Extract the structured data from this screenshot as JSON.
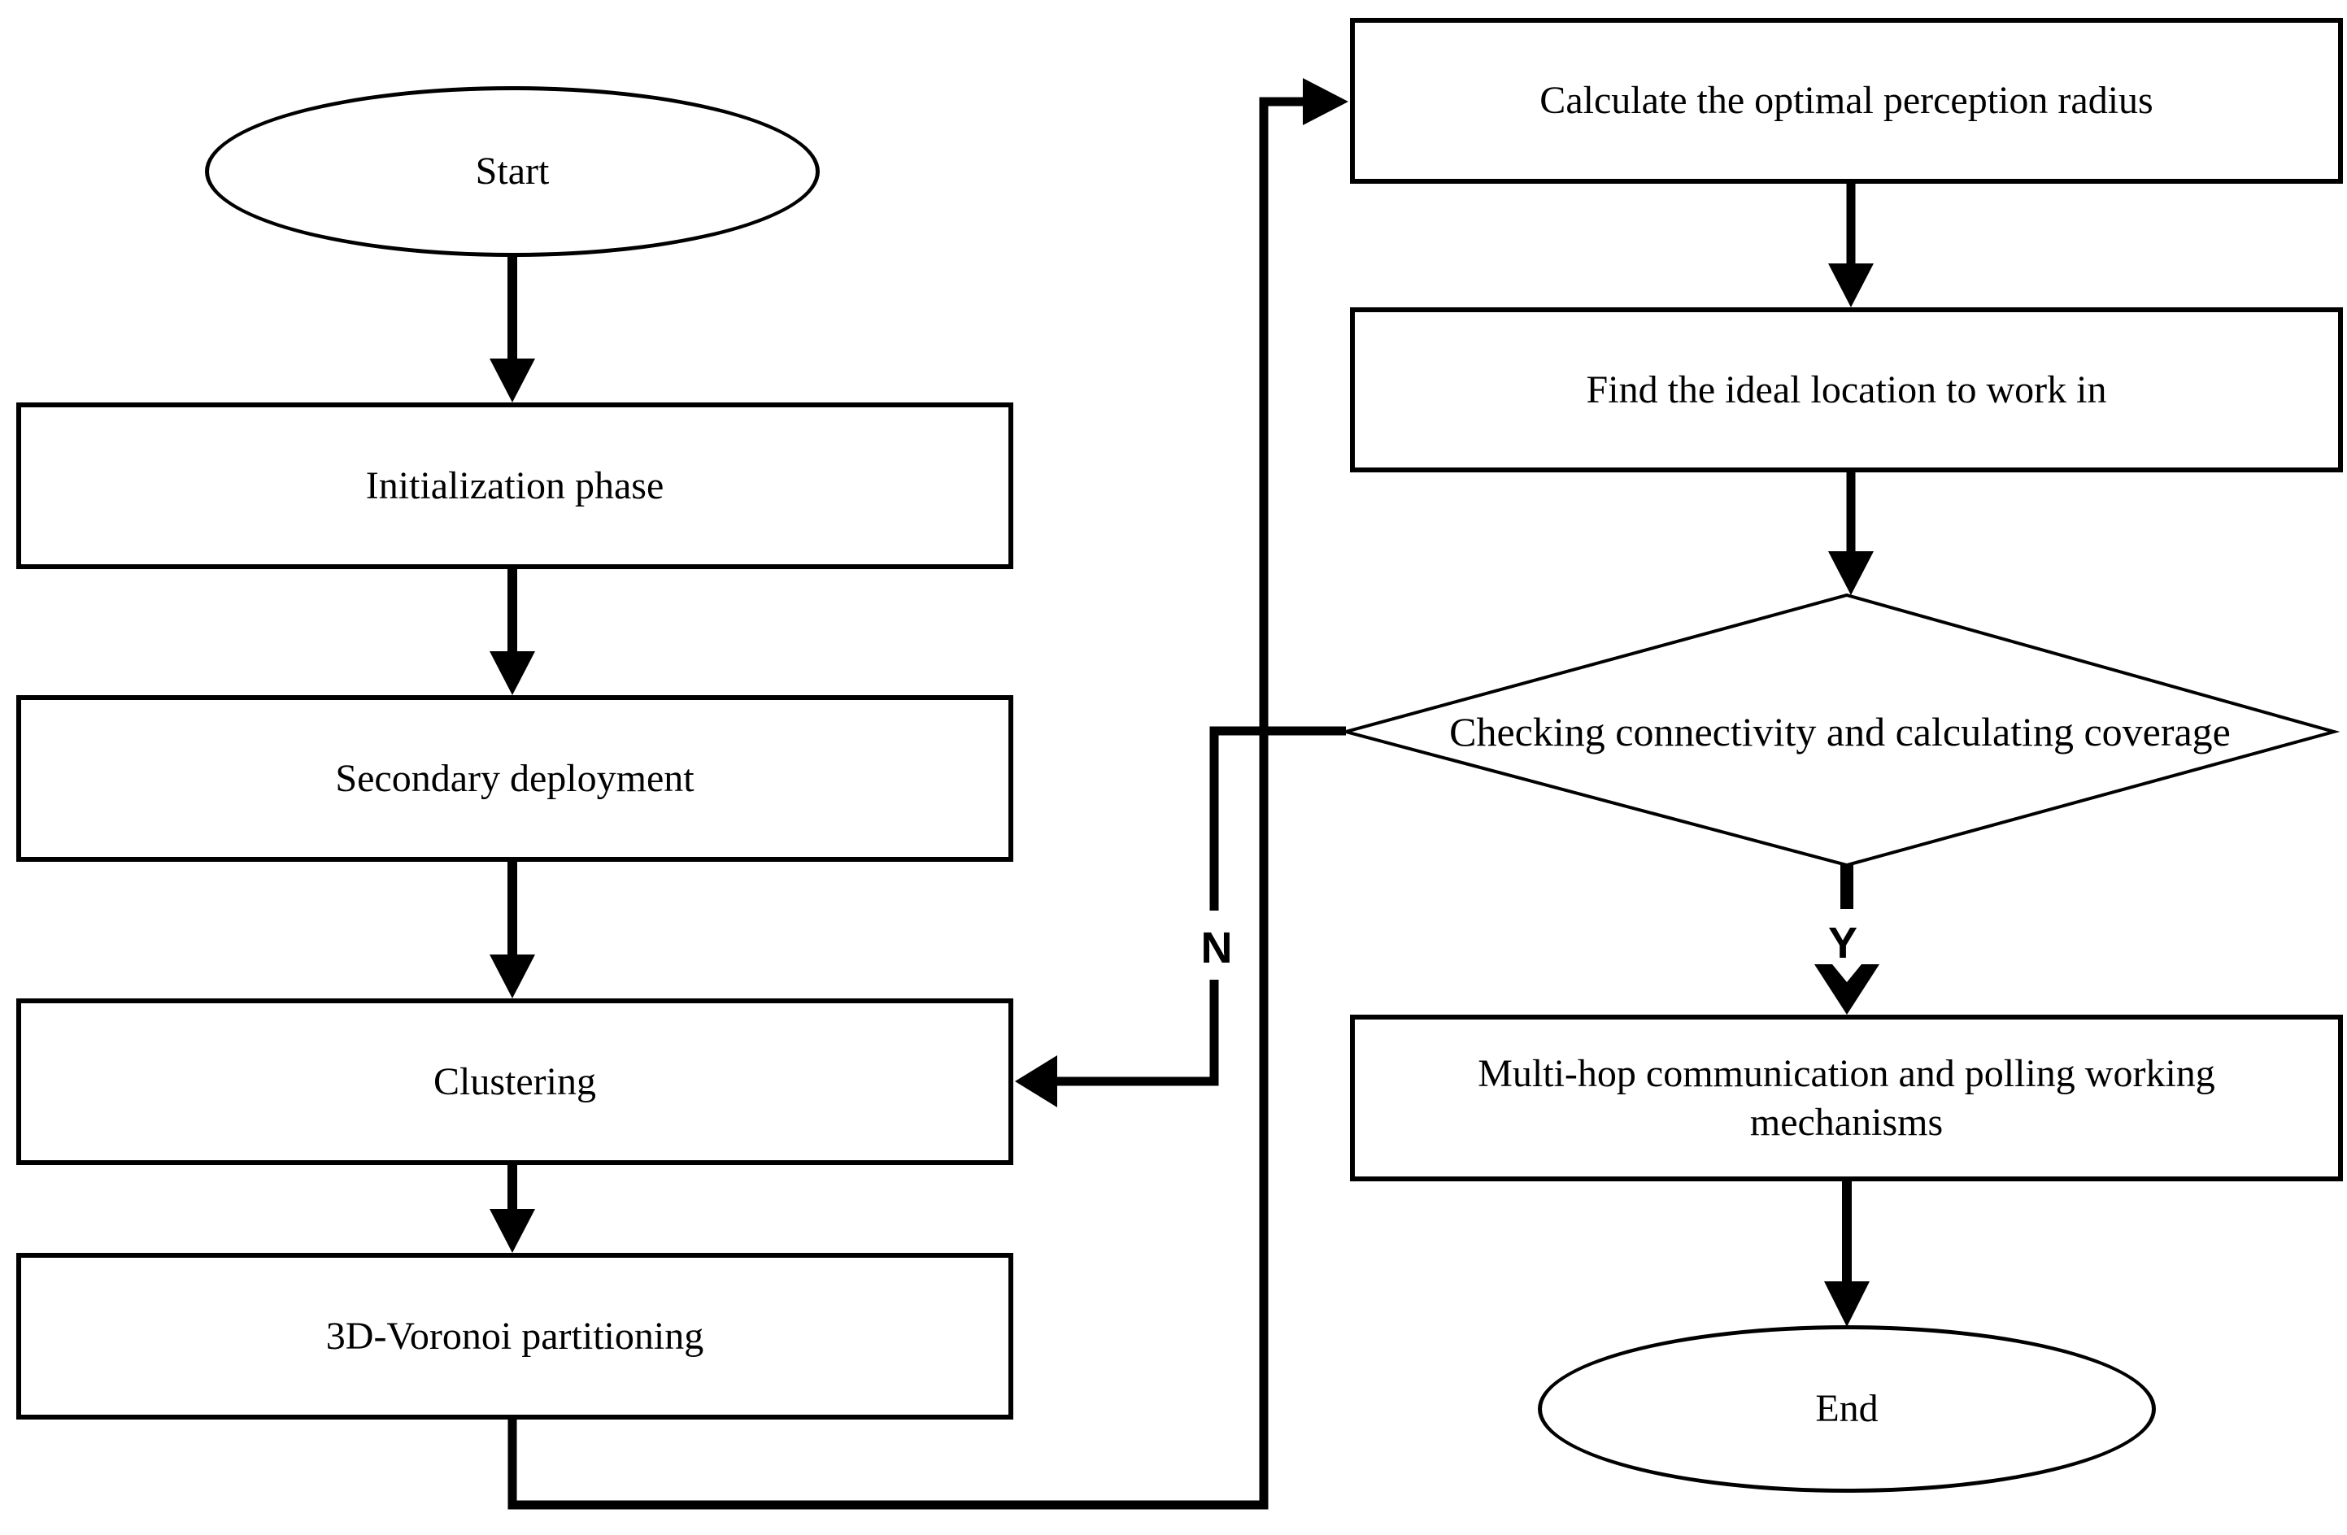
{
  "diagram": {
    "type": "flowchart",
    "background": "#ffffff",
    "stroke_color": "#000000",
    "text_color": "#000000",
    "nodes": [
      {
        "id": "start",
        "shape": "ellipse",
        "label": "Start"
      },
      {
        "id": "initialization",
        "shape": "rect",
        "label": "Initialization phase"
      },
      {
        "id": "secondary",
        "shape": "rect",
        "label": "Secondary deployment"
      },
      {
        "id": "clustering",
        "shape": "rect",
        "label": "Clustering"
      },
      {
        "id": "voronoi",
        "shape": "rect",
        "label": "3D-Voronoi partitioning"
      },
      {
        "id": "perception-radius",
        "shape": "rect",
        "label": "Calculate the optimal perception radius"
      },
      {
        "id": "ideal-location",
        "shape": "rect",
        "label": "Find the ideal location to work in"
      },
      {
        "id": "connectivity-check",
        "shape": "diamond",
        "label": "Checking connectivity and calculating coverage"
      },
      {
        "id": "multi-hop",
        "shape": "rect",
        "label": "Multi-hop communication and polling working mechanisms"
      },
      {
        "id": "end",
        "shape": "ellipse",
        "label": "End"
      }
    ],
    "branch_labels": {
      "no": "N",
      "yes": "Y"
    },
    "edges": [
      {
        "from": "Start",
        "to": "Initialization phase"
      },
      {
        "from": "Initialization phase",
        "to": "Secondary deployment"
      },
      {
        "from": "Secondary deployment",
        "to": "Clustering"
      },
      {
        "from": "Clustering",
        "to": "3D-Voronoi partitioning"
      },
      {
        "from": "3D-Voronoi partitioning",
        "to": "Calculate the optimal perception radius"
      },
      {
        "from": "Calculate the optimal perception radius",
        "to": "Find the ideal location to work in"
      },
      {
        "from": "Find the ideal location to work in",
        "to": "Checking connectivity and calculating coverage"
      },
      {
        "from": "Checking connectivity and calculating coverage",
        "to": "Multi-hop communication and polling working mechanisms",
        "label": "Y"
      },
      {
        "from": "Checking connectivity and calculating coverage",
        "to": "Clustering",
        "label": "N"
      },
      {
        "from": "Multi-hop communication and polling working mechanisms",
        "to": "End"
      }
    ]
  }
}
